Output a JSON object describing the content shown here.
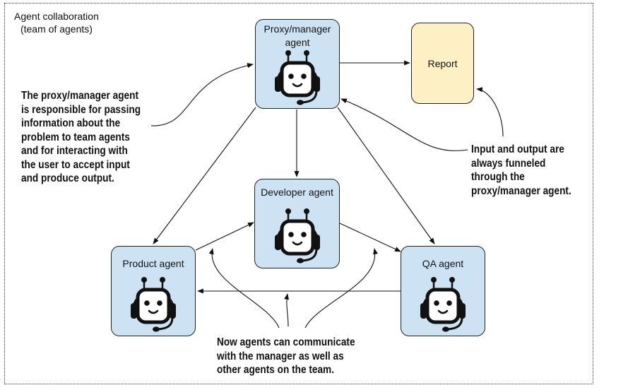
{
  "frame": {
    "title_lines": [
      "Agent collaboration",
      "(team of agents)"
    ]
  },
  "nodes": {
    "manager": {
      "label_lines": [
        "Proxy/manager",
        "agent"
      ],
      "icon": "robot-headset-icon"
    },
    "developer": {
      "label": "Developer agent",
      "icon": "robot-headset-icon"
    },
    "product": {
      "label": "Product agent",
      "icon": "robot-headset-icon"
    },
    "qa": {
      "label": "QA agent",
      "icon": "robot-headset-icon"
    },
    "report": {
      "label": "Report"
    }
  },
  "notes": {
    "manager_note": [
      "The proxy/manager agent",
      "is responsible for passing",
      "information about the",
      "problem to  team agents",
      "and for interacting with",
      "the user to accept input",
      "and produce output."
    ],
    "io_note": [
      "Input and output are",
      "always funneled",
      "through the",
      "proxy/manager agent."
    ],
    "communication_note": [
      "Now agents can communicate",
      "with the manager as well as",
      "other agents on the team."
    ]
  },
  "colors": {
    "agent_fill": "#cde3f3",
    "report_fill": "#fdf0c4",
    "line": "#111111"
  }
}
